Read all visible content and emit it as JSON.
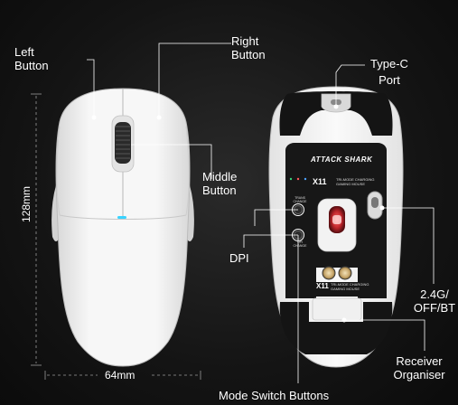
{
  "labels": {
    "left_button": "Left\nButton",
    "right_button": "Right\nButton",
    "middle_button": "Middle\nButton",
    "type_c": "Type-C\nPort",
    "dpi": "DPI",
    "wireless": "2.4G/\nOFF/BT",
    "receiver": "Receiver\nOrganiser",
    "mode_switch": "Mode Switch Buttons",
    "height": "128mm",
    "width": "64mm"
  },
  "product": {
    "brand": "ATTACK SHARK",
    "model": "X11",
    "tagline": "TRI-MODE CHARGING\nGAMING MOUSE",
    "model_bottom": "X11",
    "tagline_bottom": "TRI-MODE CHARGING\nGAMING MOUSE",
    "switch_labels": {
      "trans": "TRANS\nCHANGE",
      "dpi": "DPI\nCHANGE"
    }
  },
  "colors": {
    "mouse_white": "#f4f4f4",
    "shadow": "#cfcfcf",
    "accent_led": "#39d3ff",
    "pad_black": "#141414",
    "lens_red": "#c0262c"
  }
}
